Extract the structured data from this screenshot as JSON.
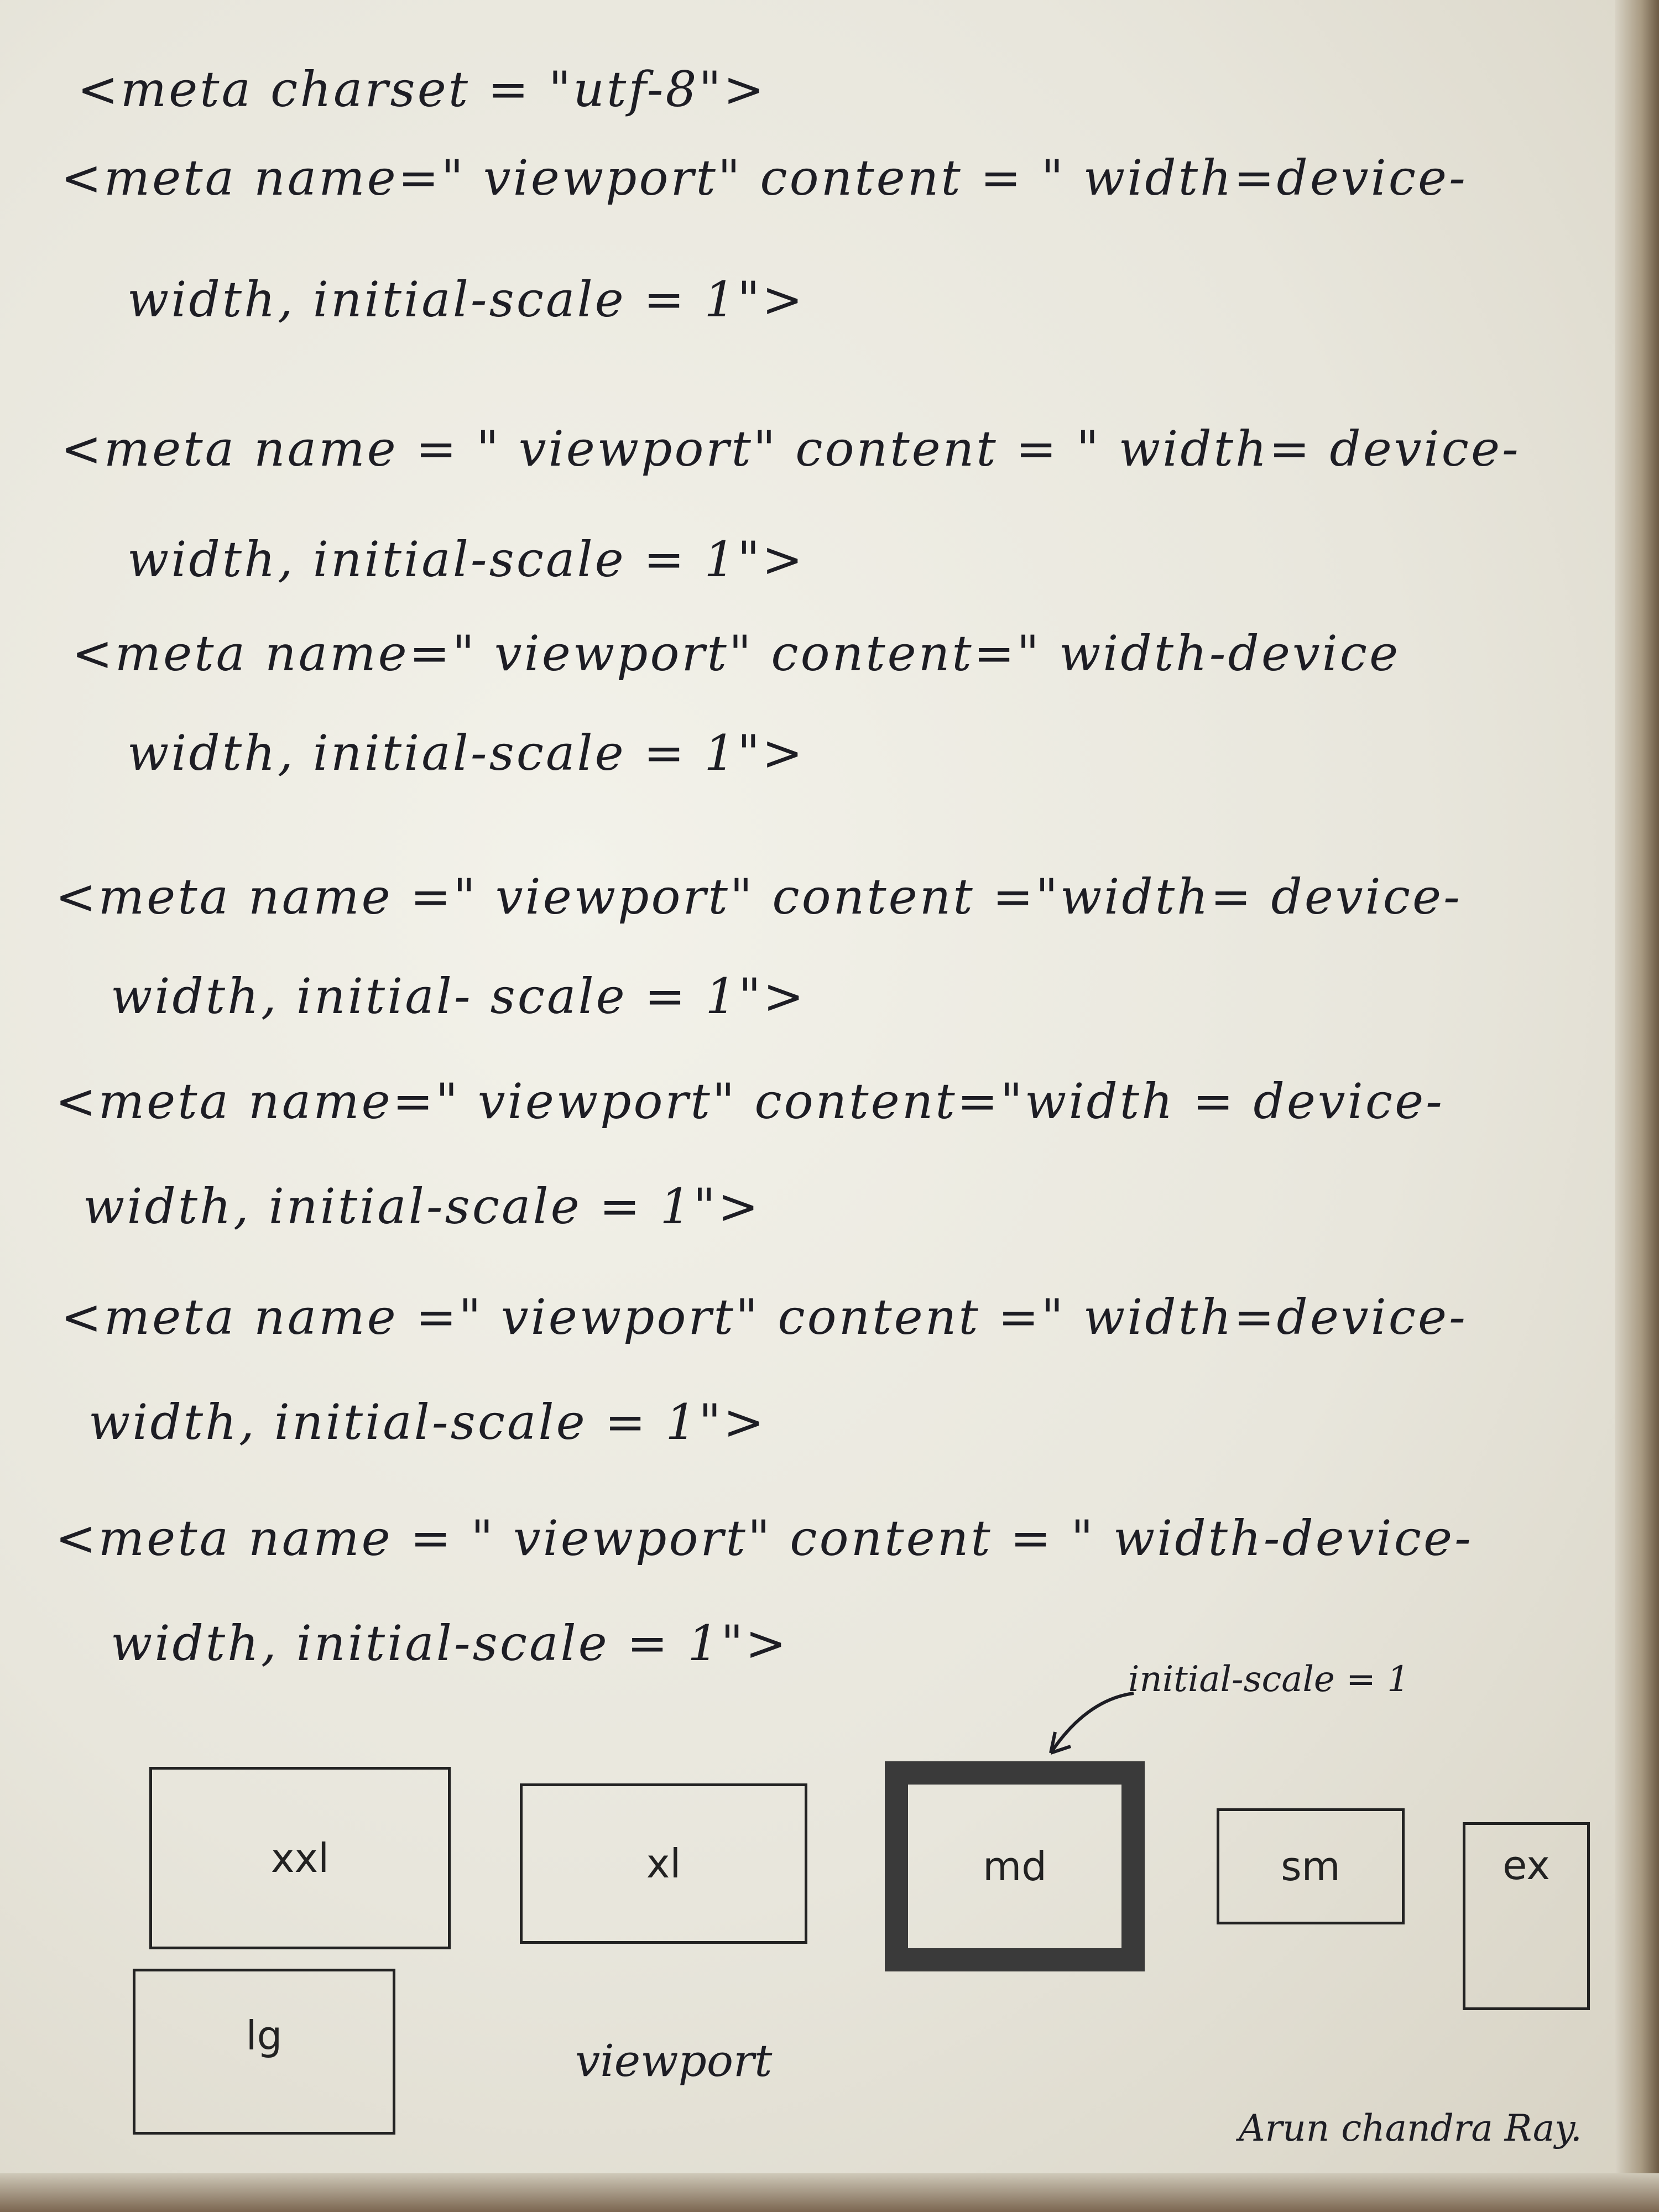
{
  "lines": [
    "<meta charset = \"utf-8\">",
    "<meta name=\" viewport\" content = \" width=device-",
    "width, initial-scale = 1\">",
    "<meta name = \" viewport\" content = \" width= device-",
    "width, initial-scale = 1\">",
    "<meta name=\" viewport\" content=\" width-device",
    "width, initial-scale = 1\">",
    "<meta name =\" viewport\" content =\"width= device-",
    "width, initial- scale = 1\">",
    "<meta name=\" viewport\" content=\"width = device-",
    "width, initial-scale = 1\">",
    "<meta name =\" viewport\" content =\" width=device-",
    "width, initial-scale = 1\">",
    "<meta name = \" viewport\" content = \" width-device-",
    "width, initial-scale = 1\">"
  ],
  "diagram": {
    "annotation": "initial-scale = 1",
    "boxes": {
      "xxl": "xxl",
      "xl": "xl",
      "md": "md",
      "sm": "sm",
      "ex": "ex",
      "lg": "lg"
    },
    "caption": "viewport"
  },
  "signature": "Arun chandra Ray.",
  "colors": {
    "paper": "#eeede4",
    "ink": "#1d1d24",
    "background": "#5b4530"
  }
}
